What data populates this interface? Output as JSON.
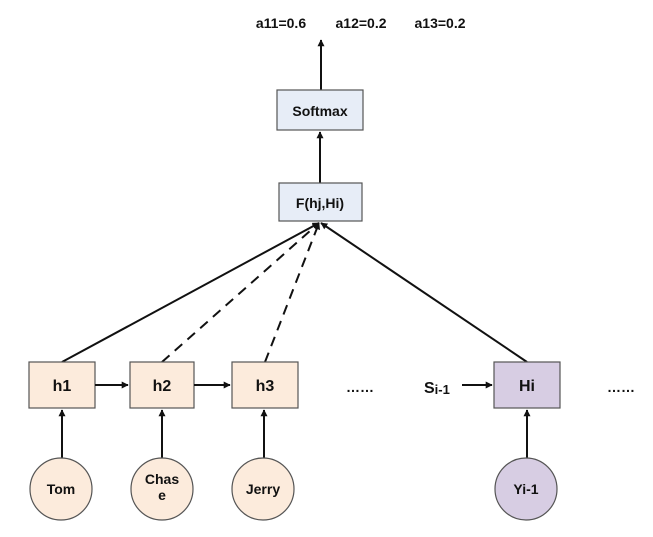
{
  "weights": {
    "a11": "a11=0.6",
    "a12": "a12=0.2",
    "a13": "a13=0.2"
  },
  "nodes": {
    "softmax": "Softmax",
    "score": "F(hj,Hi)",
    "h1": "h1",
    "h2": "h2",
    "h3": "h3",
    "hi": "Hi"
  },
  "inputs": {
    "tom": "Tom",
    "chase_line1": "Chas",
    "chase_line2": "e",
    "jerry": "Jerry",
    "yi1": "Yi-1"
  },
  "labels": {
    "ellipsis_middle": "……",
    "ellipsis_right": "……",
    "state_main": "S",
    "state_sub": "i-1"
  },
  "colors": {
    "encoder_fill": "#fcebdc",
    "decoder_fill": "#d7cde3",
    "attention_fill": "#e7edf7",
    "stroke": "#555555",
    "line": "#111111"
  }
}
